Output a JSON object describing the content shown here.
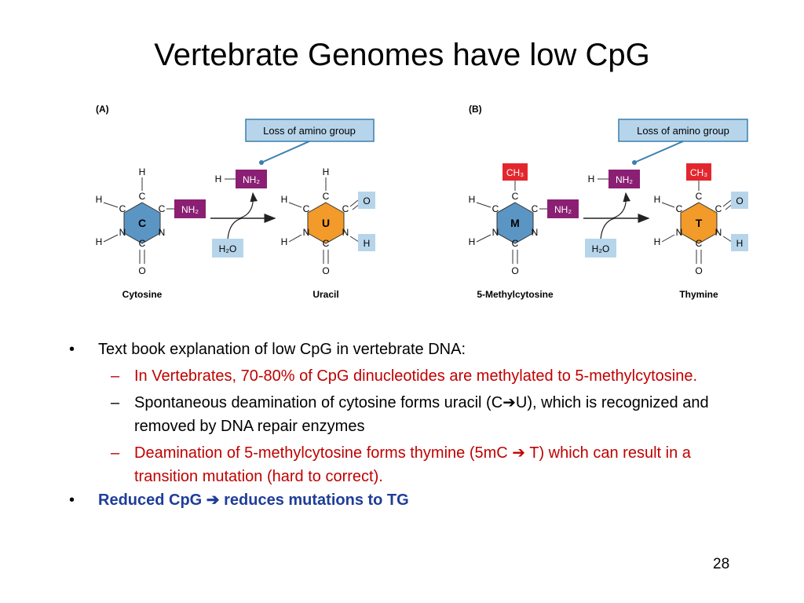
{
  "slide": {
    "title": "Vertebrate Genomes have low CpG",
    "page_number": "28"
  },
  "colors": {
    "cytosine_ring": "#5b95c4",
    "uracil_ring": "#f29a2a",
    "amino": "#8b1f73",
    "methyl": "#e3262e",
    "box_fill": "#b7d5ea",
    "callout_border": "#3a7fae",
    "red_text": "#c00000",
    "blue_text": "#1f3d99"
  },
  "diagram": {
    "panel_a": {
      "label": "(A)",
      "callout": "Loss of amino group",
      "reactant_center": "C",
      "product_center": "U",
      "reactant_name": "Cytosine",
      "product_name": "Uracil",
      "top_group_reactant": "H",
      "top_group_product": "H"
    },
    "panel_b": {
      "label": "(B)",
      "callout": "Loss of amino group",
      "reactant_center": "M",
      "product_center": "T",
      "reactant_name": "5-Methylcytosine",
      "product_name": "Thymine",
      "top_group_reactant": "CH₃",
      "top_group_product": "CH₃"
    },
    "atoms": {
      "h": "H",
      "c": "C",
      "n": "N",
      "o": "O",
      "nh2": "NH₂",
      "h2o": "H₂O"
    }
  },
  "bullets": {
    "b1": "Text book explanation of low CpG in vertebrate DNA:",
    "s1": "In Vertebrates, 70-80% of CpG dinucleotides are methylated to 5-methylcytosine.",
    "s2_a": "Spontaneous deamination of cytosine forms uracil (C",
    "s2_arrow": "➔",
    "s2_b": "U), which is recognized and removed by DNA repair enzymes",
    "s3_a": "Deamination of 5-methylcytosine forms thymine (5mC ",
    "s3_arrow": "➔",
    "s3_b": " T) which can result in a transition mutation (hard to correct).",
    "b2_a": "Reduced CpG ",
    "b2_arrow": "➔",
    "b2_b": " reduces mutations to TG",
    "bullet_mark": "•",
    "dash_mark": "–"
  }
}
